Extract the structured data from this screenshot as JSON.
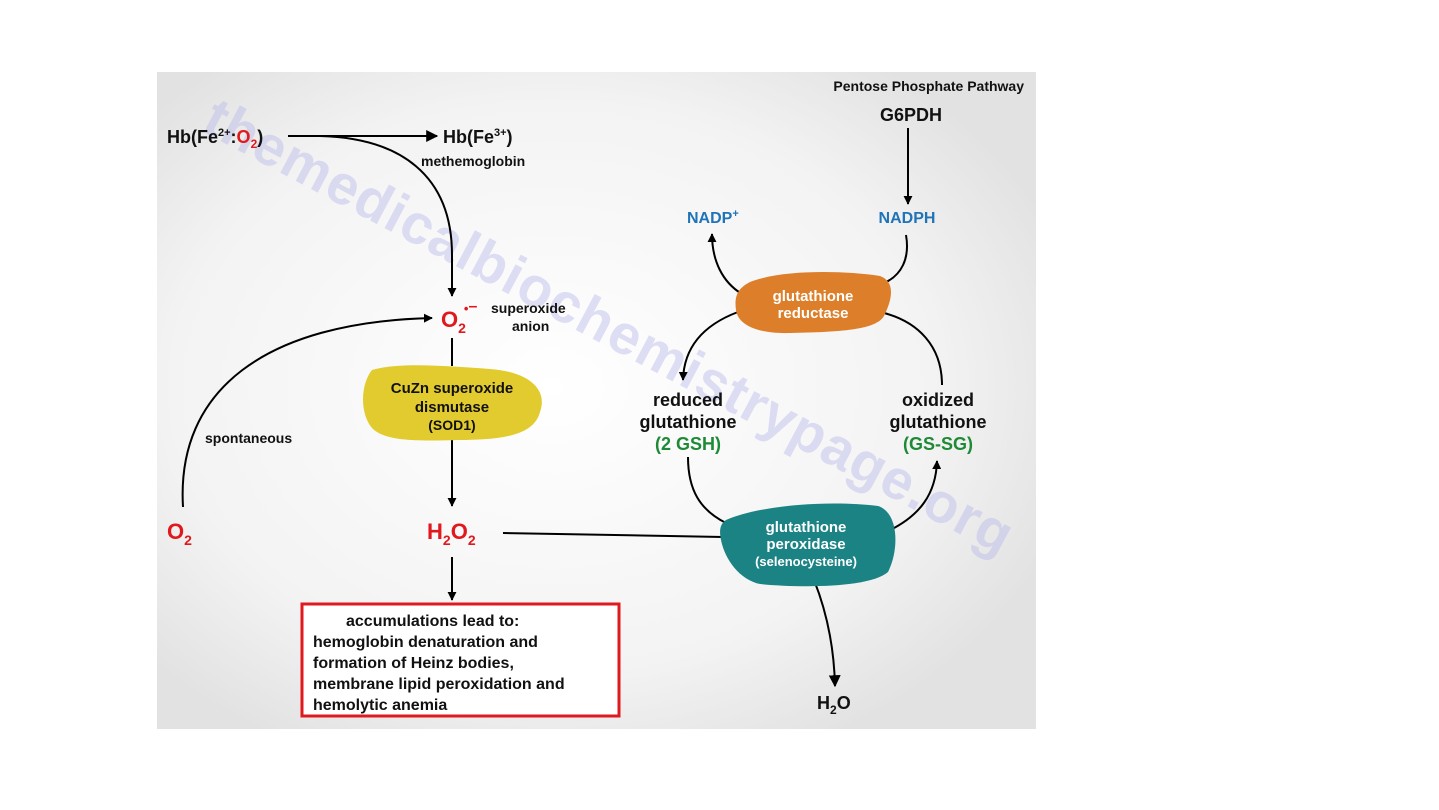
{
  "header": {
    "pathway": "Pentose Phosphate Pathway",
    "enzyme": "G6PDH"
  },
  "hemoglobin": {
    "oxy_prefix": "Hb(Fe",
    "oxy_charge": "2+",
    "oxy_sep": ":",
    "oxy_o": "O",
    "oxy_o_sub": "2",
    "oxy_close": ")",
    "met_prefix": "Hb(Fe",
    "met_charge": "3+",
    "met_close": ")",
    "met_label": "methemoglobin"
  },
  "superoxide": {
    "symbol": "O",
    "sub": "2",
    "radical": "•",
    "charge": "–",
    "label_line1": "superoxide",
    "label_line2": "anion"
  },
  "sod": {
    "line1": "CuZn superoxide",
    "line2": "dismutase",
    "line3": "(SOD1)"
  },
  "spontaneous": {
    "label": "spontaneous",
    "o2_symbol": "O",
    "o2_sub": "2"
  },
  "peroxide": {
    "h": "H",
    "h_sub": "2",
    "o": "O",
    "o_sub": "2"
  },
  "outcome_box": {
    "line1": "accumulations lead to:",
    "line2": "hemoglobin denaturation and",
    "line3": "formation of Heinz bodies,",
    "line4": "membrane lipid peroxidation and",
    "line5": "hemolytic anemia"
  },
  "cofactors": {
    "nadp": "NADP",
    "nadp_charge": "+",
    "nadph": "NADPH"
  },
  "reductase": {
    "line1": "glutathione",
    "line2": "reductase"
  },
  "reduced": {
    "line1": "reduced",
    "line2": "glutathione",
    "line3": "(2 GSH)"
  },
  "oxidized": {
    "line1": "oxidized",
    "line2": "glutathione",
    "line3": "(GS-SG)"
  },
  "peroxidase": {
    "line1": "glutathione",
    "line2": "peroxidase",
    "line3": "(selenocysteine)"
  },
  "water": {
    "h": "H",
    "h_sub": "2",
    "o": "O"
  },
  "watermark": "themedicalbiochemistrypage.org",
  "colors": {
    "red": "#e0191e",
    "blue": "#1f73b7",
    "green": "#1e8a37",
    "sod_yellow": "#e2cb2e",
    "reductase_orange": "#dd7f2a",
    "peroxidase_teal": "#1c8384",
    "box_border": "#e0191e",
    "watermark": "#b8b8ea"
  }
}
